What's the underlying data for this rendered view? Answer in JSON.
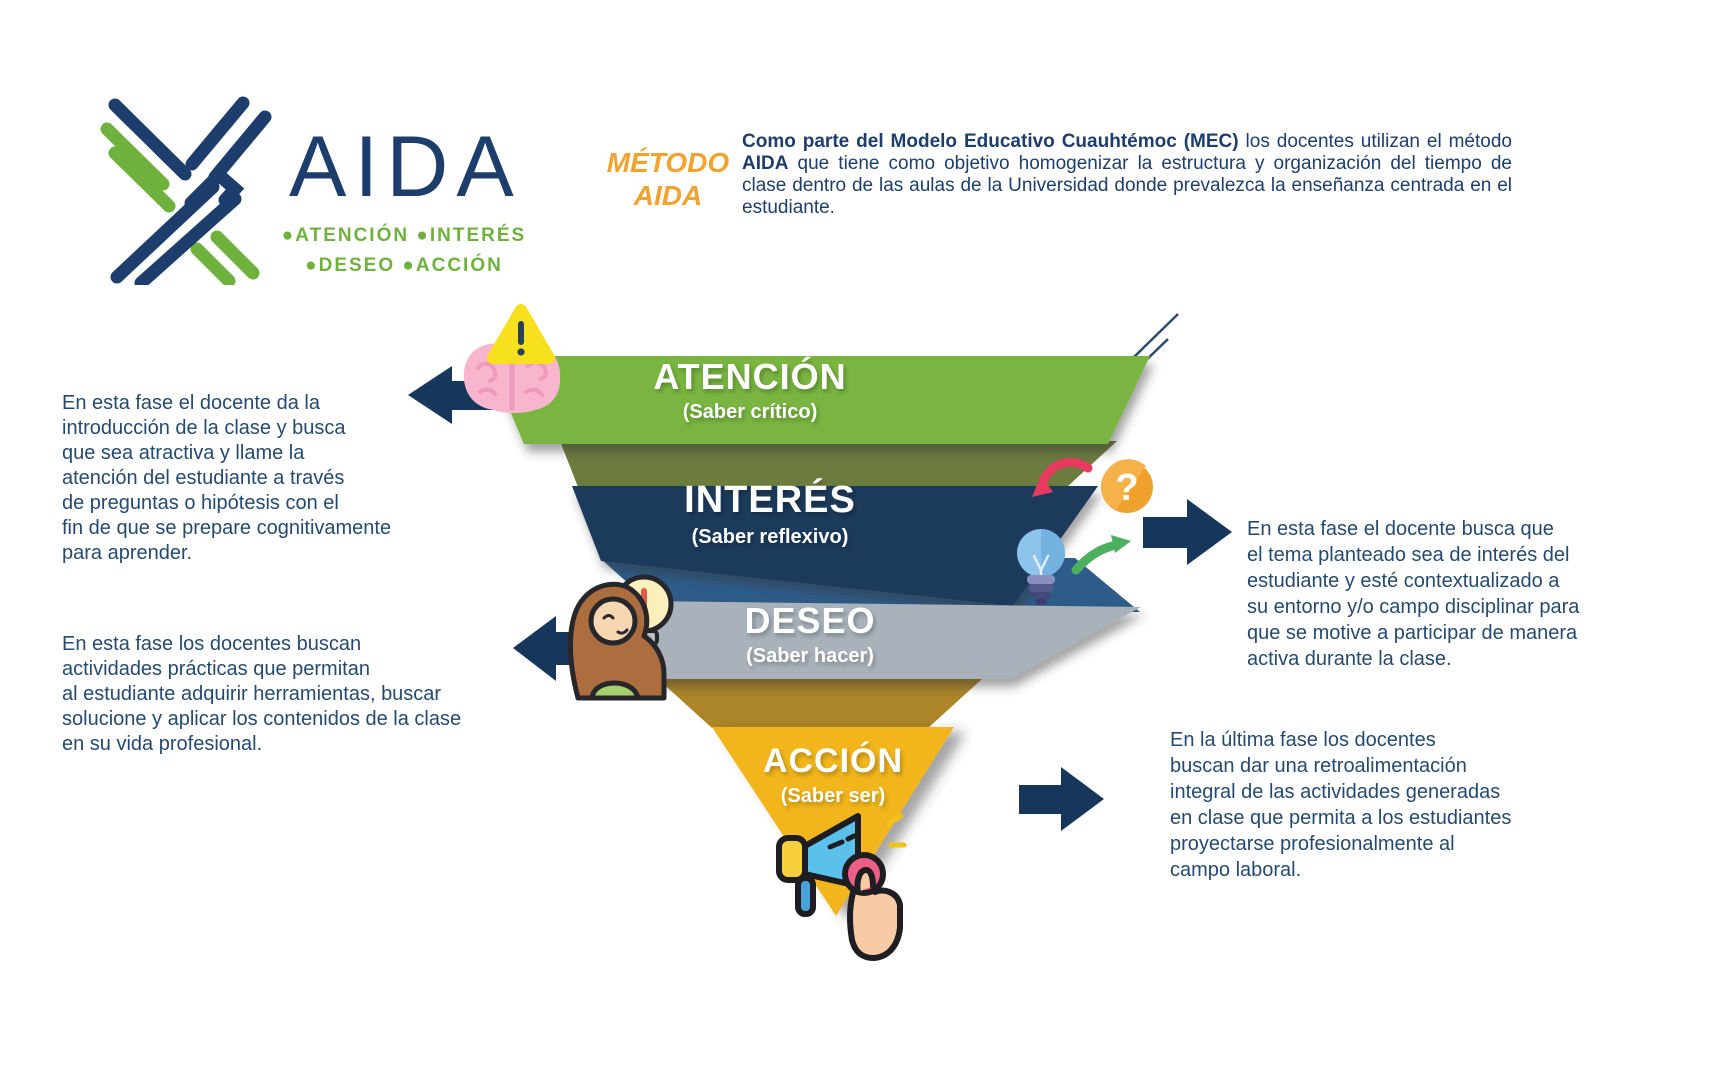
{
  "logo": {
    "brand": "AIDA",
    "tagline": "●ATENCIÓN ●INTERÉS\n●DESEO  ●ACCIÓN"
  },
  "header": {
    "method_line1": "MÉTODO",
    "method_line2": "AIDA",
    "intro": {
      "bold1": "Como parte del Modelo Educativo Cuauhtémoc (MEC)",
      "text1": " los docentes utilizan el método ",
      "bold2": "AIDA",
      "text2": " que tiene como objetivo homogenizar la estructura y organización del tiempo de clase dentro de las aulas de la Universidad donde prevalezca la enseñanza centrada en el estudiante."
    }
  },
  "funnel": {
    "stages": [
      {
        "title": "ATENCIÓN",
        "subtitle": "(Saber crítico)",
        "color": "#79b541"
      },
      {
        "title": "INTERÉS",
        "subtitle": "(Saber reflexivo)",
        "color": "#1c3a5b"
      },
      {
        "title": "DESEO",
        "subtitle": "(Saber hacer)",
        "color": "#a9b2bb"
      },
      {
        "title": "ACCIÓN",
        "subtitle": "(Saber ser)",
        "color": "#f2b61e"
      }
    ],
    "connectors": {
      "olive": "#6b7c3e",
      "blue": "#2d5c8a",
      "gold": "#ab8528"
    }
  },
  "descriptions": {
    "atencion": "En esta fase el docente da la\nintroducción de la clase y busca\nque sea atractiva y llame la\natención del estudiante a través\nde preguntas o hipótesis con el\nfin de que se prepare cognitivamente\npara aprender.",
    "interes": "En esta fase el docente busca que\nel tema planteado sea de interés del\nestudiante y esté contextualizado a\nsu entorno y/o campo disciplinar para\nque se motive a participar de manera\nactiva durante la clase.",
    "deseo": "En esta fase los docentes buscan\nactividades prácticas que permitan\nal estudiante adquirir herramientas, buscar\nsolucione y aplicar los contenidos de la clase\nen su vida profesional.",
    "accion": "En la última fase los docentes\nbuscan dar una retroalimentación\nintegral de las actividades generadas\nen clase que permita a los estudiantes\nproyectarse profesionalmente al\ncampo laboral."
  },
  "icons": {
    "brain_warning": "brain-with-warning-icon",
    "question": "question-mark-icon",
    "bulb": "lightbulb-icon",
    "person": "person-idea-plug-icon",
    "megaphone": "megaphone-hand-icon",
    "question_glyph": "?"
  },
  "colors": {
    "navy_text": "#1d3e6d",
    "body_text": "#254a71",
    "logo_green": "#6fb13d",
    "method_orange": "#f0a32f",
    "arrow_navy": "#17365c"
  }
}
